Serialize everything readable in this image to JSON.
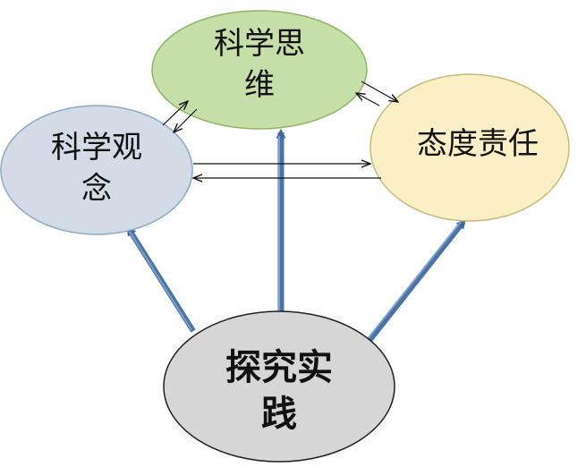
{
  "diagram": {
    "nodes": {
      "thinking": {
        "line1": "科学思",
        "line2": "维",
        "fill": "#c6dfa8",
        "stroke": "#8db75f",
        "text_color": "#111111"
      },
      "concept": {
        "line1": "科学观",
        "line2": "念",
        "fill": "#d2dbe6",
        "stroke": "#8aa9c8",
        "text_color": "#111111"
      },
      "attitude": {
        "line1": "态度责任",
        "fill": "#fbefc5",
        "stroke": "#c9b878",
        "text_color": "#111111"
      },
      "practice": {
        "line1": "探究实",
        "line2": "践",
        "fill": "#d6d6d6",
        "stroke": "#1f1f1f",
        "text_color": "#ff0000"
      }
    },
    "connectors": {
      "thin_arrow_color": "#111111",
      "thick_arrow_color": "#4a73a8",
      "thick_arrow_highlight": "#6f95c4"
    }
  }
}
